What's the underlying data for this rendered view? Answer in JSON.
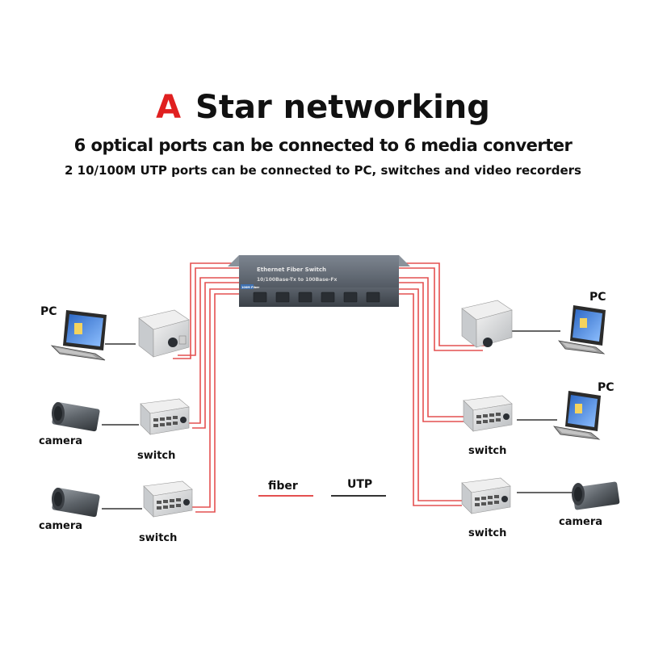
{
  "title": {
    "letter": "A",
    "text": "Star networking"
  },
  "subtitle": {
    "line1": "6 optical ports can be connected to 6 media converter",
    "line2": "2 10/100M UTP ports can be connected to PC, switches and video recorders"
  },
  "central_switch": {
    "label": "Ethernet Fiber Switch",
    "sublabel": "10/100Base-Tx to 100Base-Fx",
    "badge": "100M Fiber"
  },
  "labels": {
    "pc_left": "PC",
    "camera_left_1": "camera",
    "camera_left_2": "camera",
    "switch_left_1": "switch",
    "switch_left_2": "switch",
    "pc_right_1": "PC",
    "pc_right_2": "PC",
    "switch_right_1": "switch",
    "switch_right_2": "switch",
    "camera_right": "camera"
  },
  "legend": {
    "fiber": "fiber",
    "utp": "UTP"
  },
  "colors": {
    "fiber": "#e45050",
    "utp": "#333333",
    "title_accent": "#e02020"
  }
}
